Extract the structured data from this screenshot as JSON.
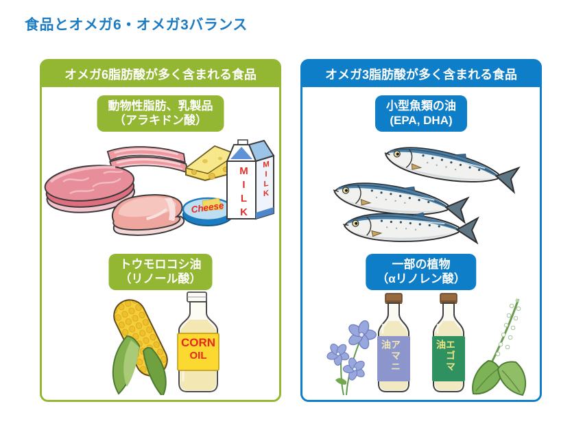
{
  "title": "食品とオメガ6・オメガ3バランス",
  "colors": {
    "green": "#93B733",
    "blue": "#0F7EC8",
    "title_blue": "#1B7CC4",
    "label_red": "#E8271C",
    "milk_red": "#E03028"
  },
  "panels": [
    {
      "header": "オメガ6脂肪酸が多く含まれる食品",
      "accent": "#93B733",
      "groups": [
        {
          "label_line1": "動物性脂肪、乳製品",
          "label_line2": "（アラキドン酸）",
          "items": [
            "steak",
            "bacon",
            "pork-chop",
            "cheese-wedge",
            "cheese-round",
            "milk-carton"
          ]
        },
        {
          "label_line1": "トウモロコシ油",
          "label_line2": "（リノール酸）",
          "items": [
            "corn-cob",
            "corn-oil-bottle"
          ]
        }
      ],
      "illustration_labels": {
        "cheese": "Cheese",
        "milk_front": "MILK",
        "milk_side": "MILK",
        "corn_line1": "CORN",
        "corn_line2": "OIL"
      }
    },
    {
      "header": "オメガ3脂肪酸が多く含まれる食品",
      "accent": "#0F7EC8",
      "groups": [
        {
          "label_line1": "小型魚類の油",
          "label_line2": "(EPA, DHA)",
          "items": [
            "sardine",
            "sardine",
            "sardine"
          ]
        },
        {
          "label_line1": "一部の植物",
          "label_line2": "（αリノレン酸）",
          "items": [
            "flax-flowers",
            "flaxseed-oil-bottle",
            "perilla-oil-bottle",
            "perilla-plant"
          ]
        }
      ],
      "illustration_labels": {
        "amani": "アマニ油",
        "egoma": "エゴマ油"
      }
    }
  ]
}
